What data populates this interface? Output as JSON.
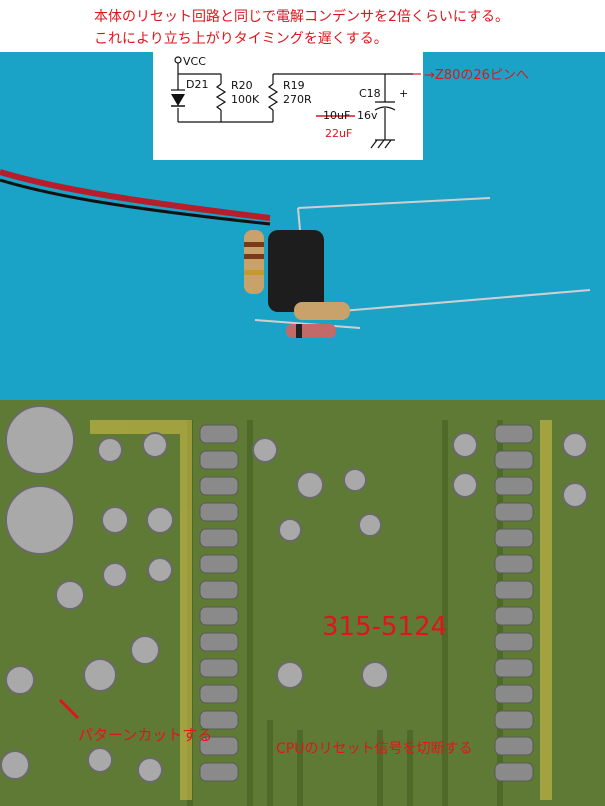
{
  "notes": {
    "line1": "本体のリセット回路と同じで電解コンデンサを2倍くらいにする。",
    "line2": "これにより立ち上がりタイミングを遅くする。"
  },
  "schematic": {
    "vcc": "VCC",
    "d21": "D21",
    "r20": "R20",
    "r20_value": "100K",
    "r19": "R19",
    "r19_value": "270R",
    "c18": "C18",
    "plus": "+",
    "old_value": "10uF",
    "voltage": "16v",
    "new_value": "22uF",
    "output": "Z80の26ピンへ"
  },
  "pcb": {
    "chip_label": "315-5124",
    "cut_note": "パターンカットする",
    "cpu_note": "CPUのリセット信号を切断する"
  },
  "colors": {
    "annotation": "#e0151b",
    "photo_background": "#1aa3c6",
    "pcb_green": "#5f7a35"
  }
}
